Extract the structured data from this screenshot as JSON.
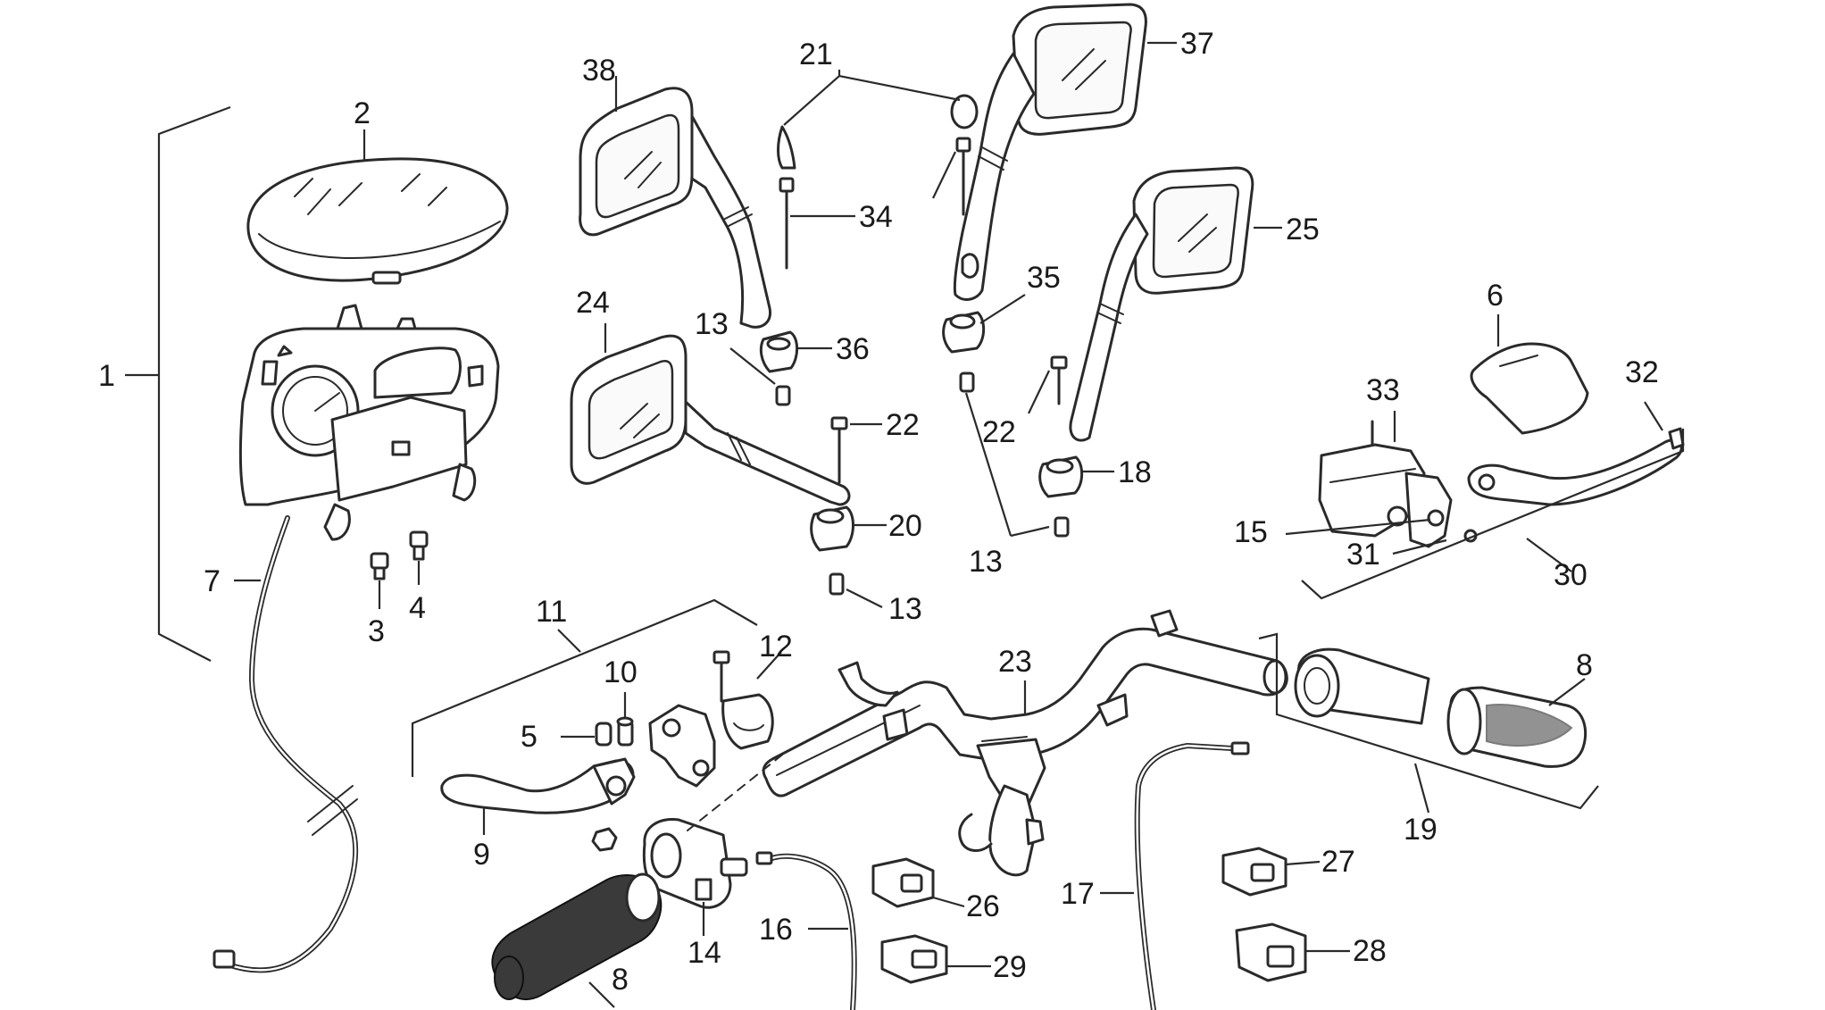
{
  "labels": {
    "l1": "1",
    "l2": "2",
    "l3": "3",
    "l4": "4",
    "l5": "5",
    "l6": "6",
    "l7": "7",
    "l8a": "8",
    "l8b": "8",
    "l9": "9",
    "l10": "10",
    "l11": "11",
    "l12": "12",
    "l13a": "13",
    "l13b": "13",
    "l13c": "13",
    "l14": "14",
    "l15": "15",
    "l16": "16",
    "l17": "17",
    "l18": "18",
    "l19": "19",
    "l20": "20",
    "l21": "21",
    "l22a": "22",
    "l22b": "22",
    "l23": "23",
    "l24": "24",
    "l25": "25",
    "l26": "26",
    "l27": "27",
    "l28": "28",
    "l29": "29",
    "l30": "30",
    "l31": "31",
    "l32": "32",
    "l33": "33",
    "l34": "34",
    "l35": "35",
    "l36": "36",
    "l37": "37",
    "l38": "38"
  }
}
